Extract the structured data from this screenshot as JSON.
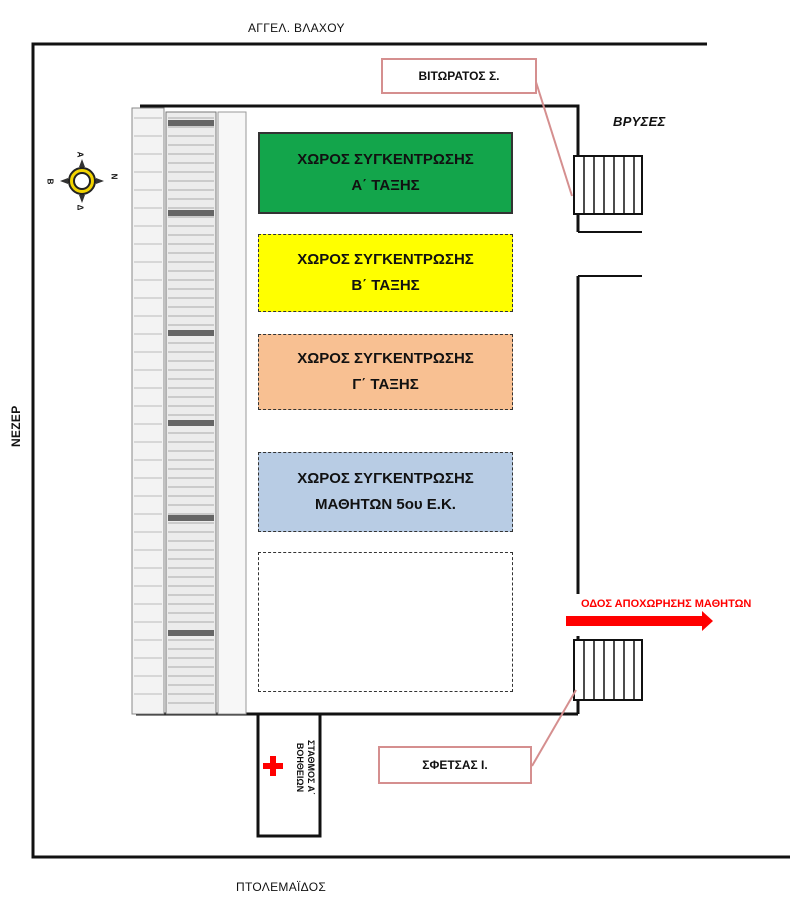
{
  "streets": {
    "top": "ΑΓΓΕΛ. ΒΛΑΧΟΥ",
    "left": "ΝΕΖΕΡ",
    "bottom": "ΠΤΟΛΕΜΑΪΔΟΣ",
    "right_top": "ΒΡΥΣΕΣ"
  },
  "zones": [
    {
      "line1": "ΧΩΡΟΣ ΣΥΓΚΕΝΤΡΩΣΗΣ",
      "line2": "Α΄ ΤΑΞΗΣ",
      "color": "#13a54b"
    },
    {
      "line1": "ΧΩΡΟΣ ΣΥΓΚΕΝΤΡΩΣΗΣ",
      "line2": "Β΄ ΤΑΞΗΣ",
      "color": "#ffff00"
    },
    {
      "line1": "ΧΩΡΟΣ ΣΥΓΚΕΝΤΡΩΣΗΣ",
      "line2": "Γ΄ ΤΑΞΗΣ",
      "color": "#f8c092"
    },
    {
      "line1": "ΧΩΡΟΣ ΣΥΓΚΕΝΤΡΩΣΗΣ",
      "line2": "ΜΑΘΗΤΩΝ 5ου Ε.Κ.",
      "color": "#b8cce4"
    },
    {
      "line1": "",
      "line2": "",
      "color": "#ffffff"
    }
  ],
  "responsibles": {
    "top": "ΒΙΤΩΡΑΤΟΣ Σ.",
    "bottom": "ΣΦΕΤΣΑΣ Ι."
  },
  "exit_route": {
    "label": "ΟΔΟΣ ΑΠΟΧΩΡΗΣΗΣ ΜΑΘΗΤΩΝ",
    "color": "#ff0000"
  },
  "first_aid": {
    "line1": "ΣΤΑΘΜΟΣ Α΄",
    "line2": "ΒΟΗΘΕΙΩΝ",
    "color": "#ff0000"
  },
  "compass": {
    "icon": "compass-rose-icon",
    "labels": [
      "Α",
      "Β",
      "Δ",
      "Ν"
    ]
  }
}
